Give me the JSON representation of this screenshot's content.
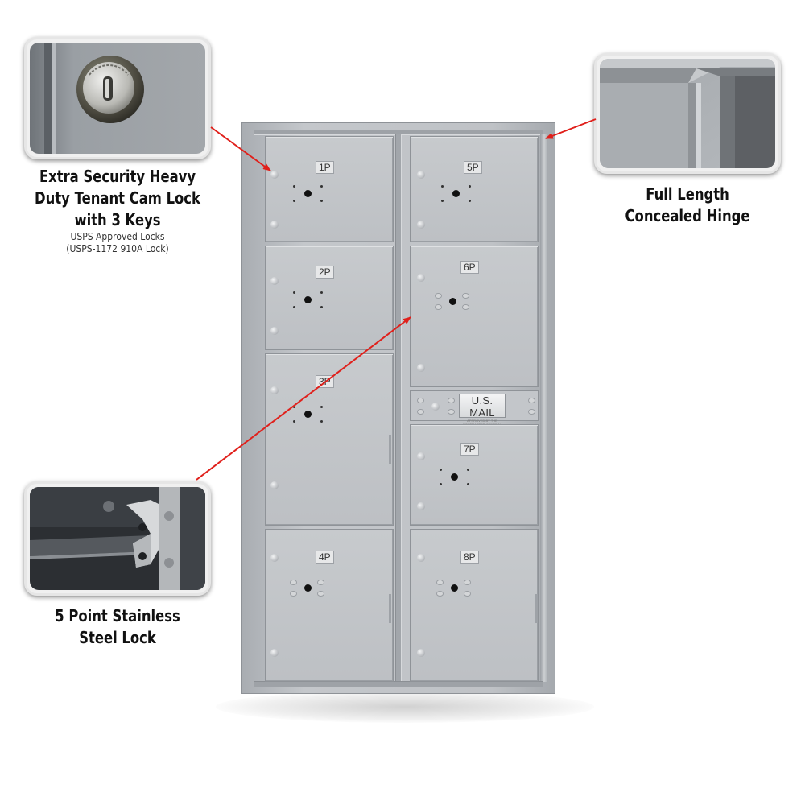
{
  "features": {
    "cam_lock": {
      "lines": [
        "Extra Security Heavy",
        "Duty Tenant Cam Lock",
        "with 3 Keys"
      ],
      "sub_lines": [
        "USPS Approved Locks",
        "(USPS-1172 910A Lock)"
      ],
      "image_icon": "cam-lock-photo"
    },
    "hinge": {
      "lines": [
        "Full Length",
        "Concealed Hinge"
      ],
      "image_icon": "hinge-photo"
    },
    "stainless_lock": {
      "lines": [
        "5 Point Stainless",
        "Steel Lock"
      ],
      "image_icon": "stainless-lock-photo"
    }
  },
  "mailbox": {
    "color": "#bfc2c6",
    "doors": [
      {
        "label": "1P"
      },
      {
        "label": "2P"
      },
      {
        "label": "3P"
      },
      {
        "label": "4P"
      },
      {
        "label": "5P"
      },
      {
        "label": "6P"
      },
      {
        "label": "7P"
      },
      {
        "label": "8P"
      }
    ],
    "usmail": {
      "title": "U.S. MAIL",
      "subtitle": "APPROVED BY THE POSTMASTER GENERAL"
    }
  },
  "colors": {
    "arrow": "#e0201b",
    "text": "#111111"
  }
}
